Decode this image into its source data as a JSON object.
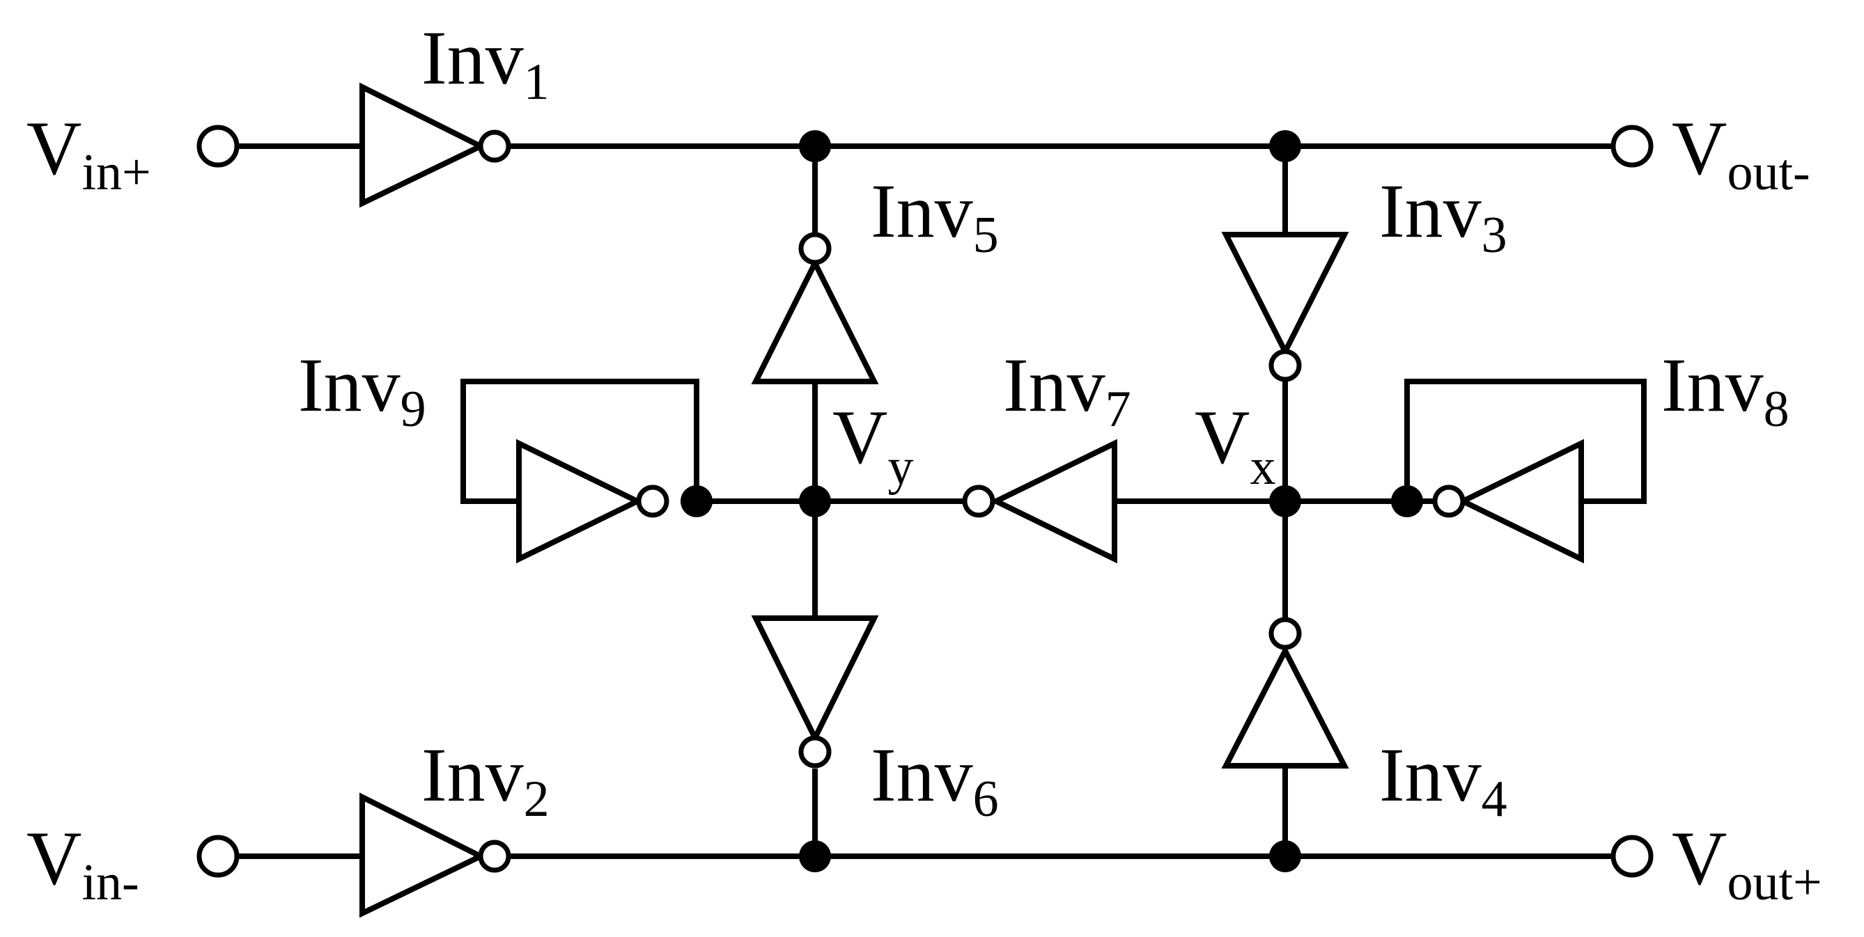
{
  "ports": {
    "vin_plus": {
      "main": "V",
      "sub": "in+"
    },
    "vin_minus": {
      "main": "V",
      "sub": "in-"
    },
    "vout_minus": {
      "main": "V",
      "sub": "out-"
    },
    "vout_plus": {
      "main": "V",
      "sub": "out+"
    }
  },
  "nodes": {
    "vy": {
      "main": "V",
      "sub": "y"
    },
    "vx": {
      "main": "V",
      "sub": "x"
    }
  },
  "inverters": [
    {
      "main": "Inv",
      "sub": "1"
    },
    {
      "main": "Inv",
      "sub": "2"
    },
    {
      "main": "Inv",
      "sub": "3"
    },
    {
      "main": "Inv",
      "sub": "4"
    },
    {
      "main": "Inv",
      "sub": "5"
    },
    {
      "main": "Inv",
      "sub": "6"
    },
    {
      "main": "Inv",
      "sub": "7"
    },
    {
      "main": "Inv",
      "sub": "8"
    },
    {
      "main": "Inv",
      "sub": "9"
    }
  ]
}
